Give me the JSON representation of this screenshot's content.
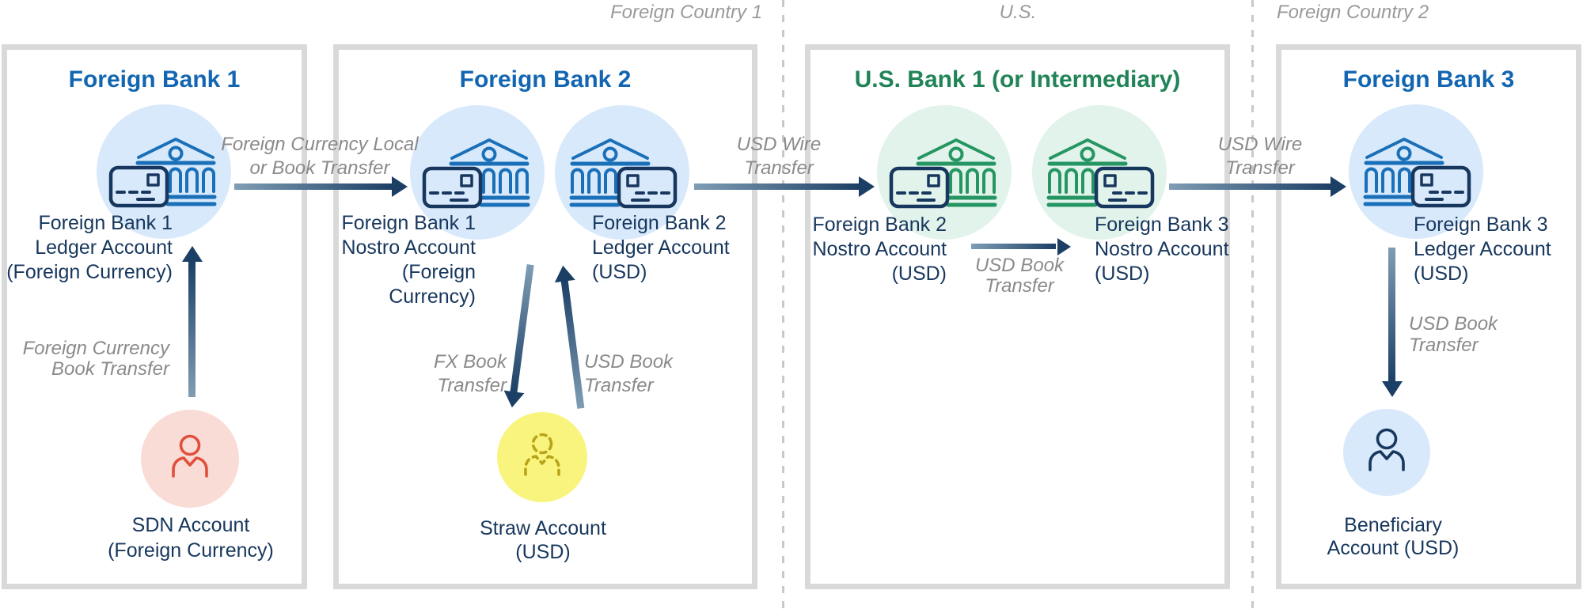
{
  "regions": {
    "r1": "Foreign Country 1",
    "r2": "U.S.",
    "r3": "Foreign Country 2"
  },
  "panels": {
    "p1": {
      "title": "Foreign Bank 1"
    },
    "p2": {
      "title": "Foreign Bank 2"
    },
    "p3": {
      "title": "U.S. Bank 1 (or Intermediary)"
    },
    "p4": {
      "title": "Foreign Bank 3"
    }
  },
  "nodes": {
    "fb1_ledger": {
      "icon": "bank-card-icon",
      "lines": [
        "Foreign Bank 1",
        "Ledger Account",
        "(Foreign Currency)"
      ]
    },
    "fb1_nostro": {
      "icon": "bank-card-icon",
      "lines": [
        "Foreign Bank 1",
        "Nostro Account",
        "(Foreign",
        "Currency)"
      ]
    },
    "fb2_ledger": {
      "icon": "bank-card-icon",
      "lines": [
        "Foreign Bank 2",
        "Ledger Account",
        "(USD)"
      ]
    },
    "fb2_nostro": {
      "icon": "bank-card-icon",
      "lines": [
        "Foreign Bank 2",
        "Nostro Account",
        "(USD)"
      ]
    },
    "fb3_nostro": {
      "icon": "bank-card-icon",
      "lines": [
        "Foreign Bank 3",
        "Nostro Account",
        "(USD)"
      ]
    },
    "fb3_ledger": {
      "icon": "bank-card-icon",
      "lines": [
        "Foreign Bank 3",
        "Ledger Account",
        "(USD)"
      ]
    },
    "sdn": {
      "icon": "person-icon",
      "lines": [
        "SDN Account",
        "(Foreign Currency)"
      ]
    },
    "straw": {
      "icon": "person-dashed-icon",
      "lines": [
        "Straw Account",
        "(USD)"
      ]
    },
    "beneficiary": {
      "icon": "person-icon",
      "lines": [
        "Beneficiary",
        "Account (USD)"
      ]
    }
  },
  "arrows": {
    "fb1_to_fb2": {
      "lines": [
        "Foreign Currency Local",
        "or Book Transfer"
      ]
    },
    "fb2_to_us": {
      "lines": [
        "USD Wire",
        "Transfer"
      ]
    },
    "us_to_fb3": {
      "lines": [
        "USD Wire",
        "Transfer"
      ]
    },
    "sdn_to_ledger": {
      "lines": [
        "Foreign Currency",
        "Book Transfer"
      ]
    },
    "nostro_to_straw": {
      "lines": [
        "FX Book",
        "Transfer"
      ]
    },
    "straw_to_ledger": {
      "lines": [
        "USD Book",
        "Transfer"
      ]
    },
    "nostro_book": {
      "lines": [
        "USD Book",
        "Transfer"
      ]
    },
    "ledger_to_benef": {
      "lines": [
        "USD Book",
        "Transfer"
      ]
    }
  },
  "colors": {
    "title_blue": "#1266b1",
    "title_green": "#218457",
    "navy_text": "#17375d",
    "gray_italic": "#8a8a8a",
    "country_gray": "#9a9a9a",
    "panel_border": "#d9d9d9",
    "divider_gray": "#c9c9c9",
    "circle_blue": "#d8e9fb",
    "circle_mint": "#e1f3ea",
    "circle_pink": "#fadcd6",
    "circle_yellow": "#f9f47e",
    "bank_blue": "#1a70b8",
    "bank_green": "#259663",
    "card_navy": "#17375e",
    "person_red": "#e0503c",
    "person_gold": "#b8a41a",
    "arrow_light": "#7f9db4",
    "arrow_dark": "#1c3f66"
  }
}
